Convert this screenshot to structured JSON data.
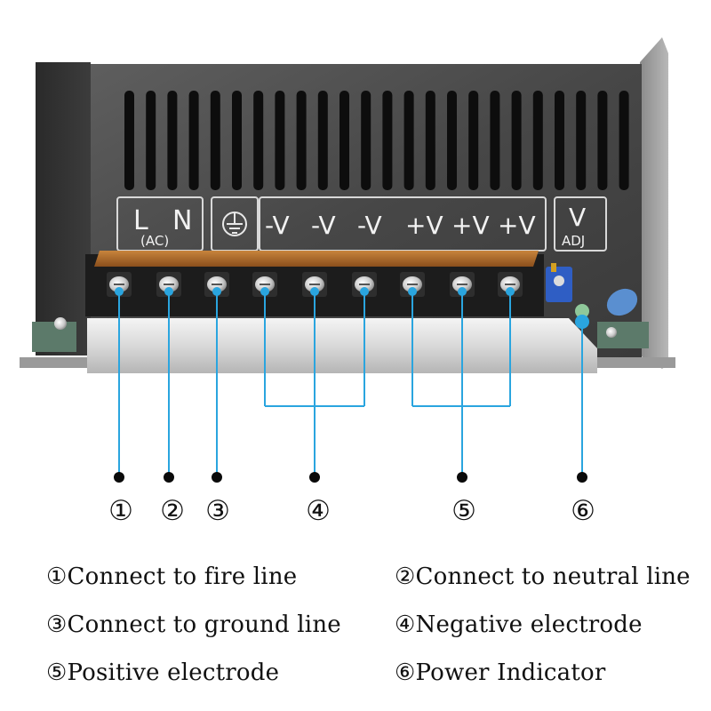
{
  "device": {
    "panel_labels": {
      "L": "L",
      "N": "N",
      "AC": "(AC)",
      "neg": [
        "-V",
        "-V",
        "-V"
      ],
      "pos": [
        "+V",
        "+V",
        "+V"
      ],
      "V": "V",
      "ADJ": "ADJ"
    }
  },
  "callouts": [
    "①",
    "②",
    "③",
    "④",
    "⑤",
    "⑥"
  ],
  "legend": [
    "①Connect to fire line",
    "②Connect to neutral line",
    "③Connect to ground line",
    "④Negative electrode",
    "⑤Positive electrode",
    "⑥Power Indicator"
  ],
  "colors": {
    "leader_line": "#2aa5df",
    "metal_housing": "#4a4a4a",
    "terminal_strip": "#1c1c1c",
    "insulator": "#b07030",
    "adjust_pot": "#2f5ec4"
  }
}
